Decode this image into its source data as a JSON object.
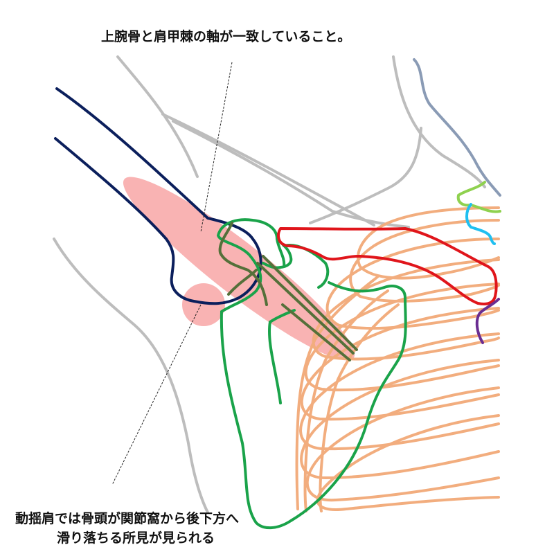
{
  "captions": {
    "top": "上腕骨と肩甲棘の軸が一致していること。",
    "bottom_line1": "動揺肩では骨頭が関節窩から後下方へ",
    "bottom_line2": "滑り落ちる所見が見られる"
  },
  "colors": {
    "body_outline": "#bdbdbd",
    "humerus": "#0b1f5c",
    "scapula": "#1aa34a",
    "spine_axis": "#55703a",
    "clavicle": "#e0151b",
    "ribs": "#f2ad7e",
    "axis_highlight": "#f7a0a0",
    "neck_vessel": "#8a9bb5",
    "cyan_structure": "#1fbff0",
    "light_green_structure": "#8fd14f",
    "purple_structure": "#6a2d91",
    "pointer_line": "#222222"
  },
  "icons": {
    "humerus": "humerus-outline-icon",
    "scapula": "scapula-outline-icon",
    "clavicle": "clavicle-outline-icon",
    "ribs": "ribcage-icon",
    "axis": "axis-ellipse-icon",
    "humeral_head": "humeral-head-circle-icon"
  }
}
